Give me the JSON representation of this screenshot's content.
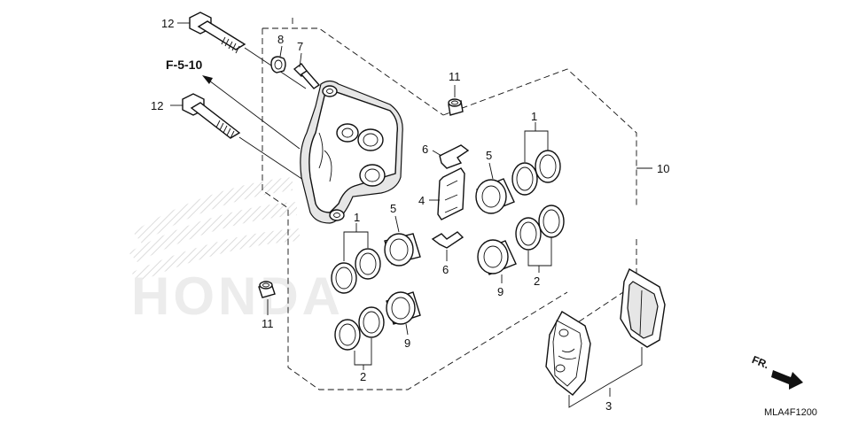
{
  "diagram": {
    "reference": "F-5-10",
    "drawing_code": "MLA4F1200",
    "direction_label": "FR.",
    "watermark": "HONDA",
    "callouts": {
      "bolt_upper": "12",
      "bolt_lower": "12",
      "bleeder_cap": "8",
      "bleeder_screw": "7",
      "boot_upper": "11",
      "boot_lower": "11",
      "spring_top": "6",
      "spring_bottom": "6",
      "retainer": "4",
      "seal_left_upper": "1",
      "seal_right_upper": "1",
      "seal_left_lower": "2",
      "seal_right_lower": "2",
      "piston_left_upper": "5",
      "piston_right_upper": "5",
      "piston_left_lower": "9",
      "piston_right_lower": "9",
      "pads": "3",
      "caliper_assy": "10"
    }
  }
}
